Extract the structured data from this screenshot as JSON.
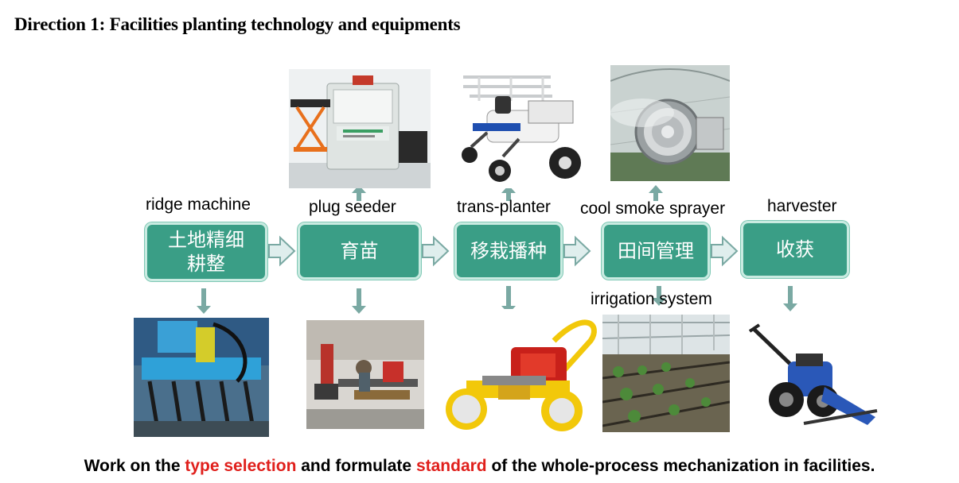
{
  "title": "Direction 1: Facilities planting technology and equipments",
  "steps": [
    {
      "text": "土地精细耕整",
      "line1": "土地精细",
      "line2": "耕整"
    },
    {
      "text": "育苗"
    },
    {
      "text": "移栽播种"
    },
    {
      "text": "田间管理"
    },
    {
      "text": "收获"
    }
  ],
  "labels": {
    "ridge_machine": "ridge machine",
    "plug_seeder": "plug seeder",
    "trans_planter": "trans-planter",
    "cool_smoke_sprayer": "cool smoke sprayer",
    "harvester": "harvester",
    "irrigation_system": "irrigation system"
  },
  "footer": {
    "part1": "Work on the ",
    "highlight1": "type selection",
    "part2": " and formulate ",
    "highlight2": "standard",
    "part3": " of the whole-process mechanization in facilities."
  },
  "colors": {
    "step_fill": "#3a9e86",
    "arrow": "#7aa9a3",
    "highlight": "#e0201c"
  },
  "photo_icons": [
    "seeder-machine-photo",
    "transplanter-photo",
    "fog-sprayer-photo",
    "ridge-machine-photo",
    "plug-seeder-line-photo",
    "planter-photo",
    "irrigation-greenhouse-photo",
    "harvester-photo"
  ]
}
